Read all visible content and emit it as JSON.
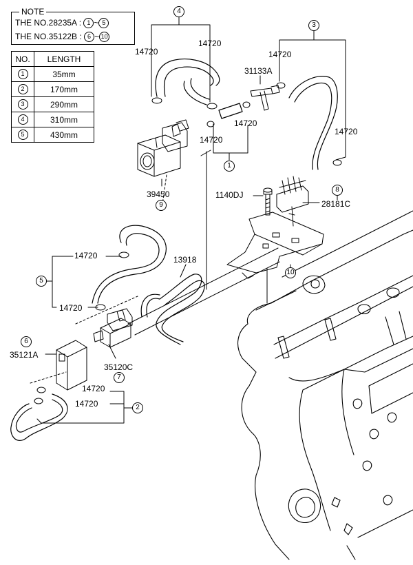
{
  "note": {
    "title": "NOTE",
    "line1_prefix": "THE NO.28235A :",
    "line1_from": "1",
    "line1_sep": "~",
    "line1_to": "5",
    "line2_prefix": "THE NO.35122B :",
    "line2_from": "6",
    "line2_sep": "~",
    "line2_to": "10"
  },
  "length_table": {
    "header_no": "NO.",
    "header_length": "LENGTH",
    "rows": [
      {
        "no": "1",
        "length": "35mm"
      },
      {
        "no": "2",
        "length": "170mm"
      },
      {
        "no": "3",
        "length": "290mm"
      },
      {
        "no": "4",
        "length": "310mm"
      },
      {
        "no": "5",
        "length": "430mm"
      }
    ]
  },
  "part_numbers": {
    "hose_clamp": "14720",
    "t_connector": "31133A",
    "valve_upper": "39450",
    "bolt": "1140DJ",
    "connector_bracket": "28181C",
    "hose_long": "13918",
    "cover": "35121A",
    "valve_lower": "35120C"
  },
  "callouts": {
    "c1": "1",
    "c2": "2",
    "c3": "3",
    "c4": "4",
    "c5": "5",
    "c6": "6",
    "c7": "7",
    "c8": "8",
    "c9": "9",
    "c10": "10"
  },
  "colors": {
    "line": "#000000",
    "background": "#ffffff"
  }
}
